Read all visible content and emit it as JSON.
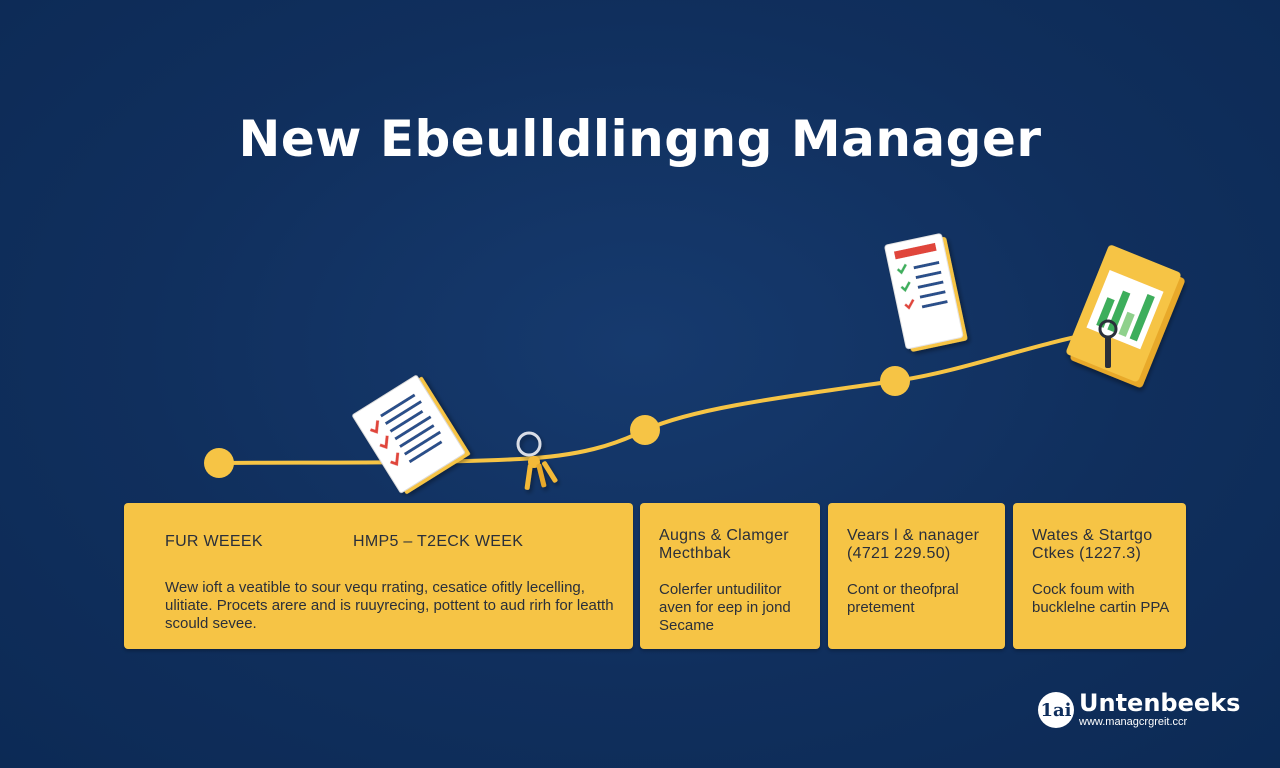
{
  "title": "New Ebeulldlingng Manager",
  "colors": {
    "background": "#0f2e5c",
    "accent": "#f6c445",
    "text_dark": "#2a2f3a",
    "check_red": "#e0453a",
    "check_green": "#3cae5c"
  },
  "icons": {
    "document": "checklist-document-icon",
    "keys": "keys-icon",
    "clipboard": "clipboard-checklist-icon",
    "chart_board": "bar-chart-board-icon"
  },
  "cards": [
    {
      "heading": "FUR WEEEK",
      "heading2": "HMP5  –  T2ECK WEEK",
      "body": "Wew ioft a veatible to sour vequ rrating, cesatice ofitly lecelling, ulitiate. Procets arere and is ruuyrecing, pottent to aud rirh for leatth scould sevee."
    },
    {
      "heading": "Augns & Clamger Mecthbak",
      "body": "Colerfer untudilitor aven for eep in jond Secame"
    },
    {
      "heading": "Vears l & nanager (4721 229.50)",
      "body": "Cont or theofpral pretement"
    },
    {
      "heading": "Wates & Startgo Ctkes (1227.3)",
      "body": "Cock foum with bucklelne cartin PPA"
    }
  ],
  "logo": {
    "mark": "1ai",
    "name": "Untenbeeks",
    "url": "www.managcrgreit.ccr"
  }
}
